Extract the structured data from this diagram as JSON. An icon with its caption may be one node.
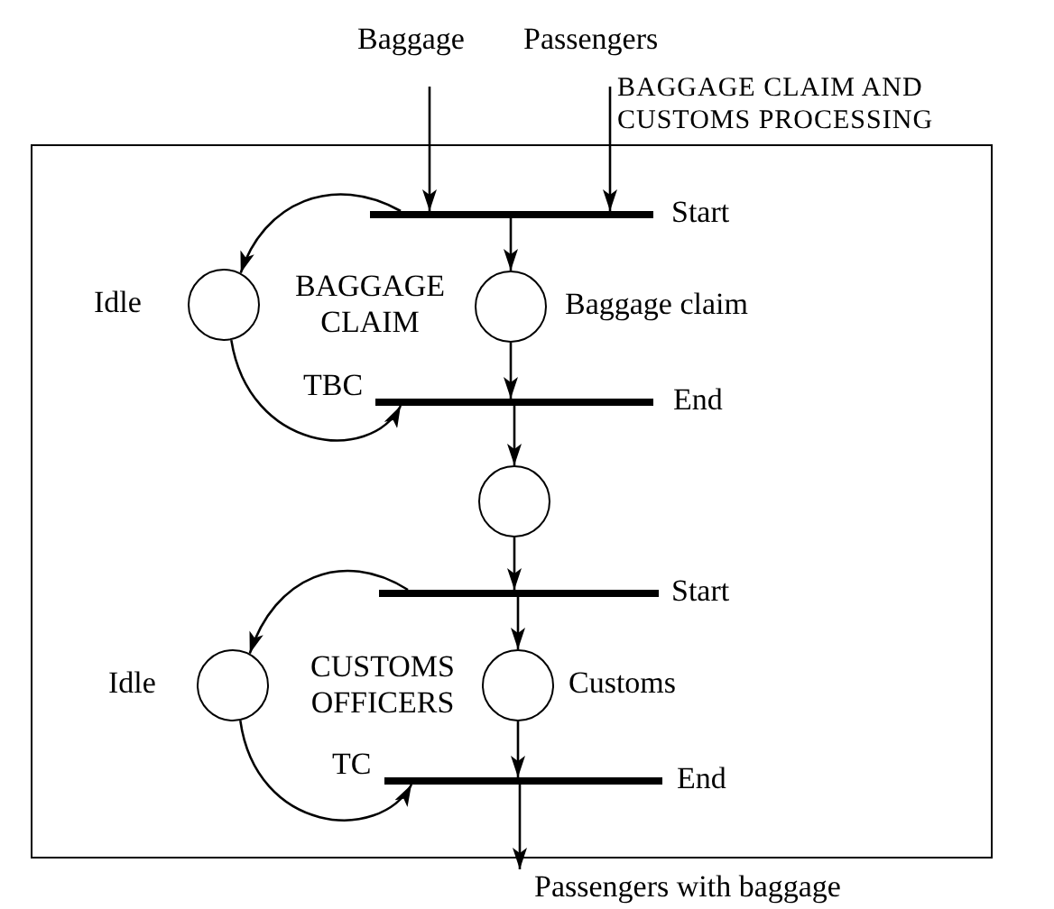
{
  "diagram": {
    "nodes": [
      {
        "text": [
          "BAGGAGE CLAIM AND CUSTOMS PROCESSING"
        ]
      },
      {
        "text": [
          "Baggage"
        ]
      },
      {
        "text": [
          "Passengers"
        ]
      },
      {
        "text": [],
        "shape": "bar",
        "beside": [
          "Start"
        ],
        "in": 0
      },
      {
        "text": [],
        "shape": "circle",
        "beside": [
          "Idle"
        ],
        "in": 0
      },
      {
        "text": [],
        "shape": "circle",
        "beside": [
          "Baggage claim"
        ],
        "in": 0
      },
      {
        "text": [],
        "shape": "bar",
        "beside": [
          "End"
        ],
        "in": 0
      },
      {
        "text": [],
        "shape": "circle",
        "in": 0
      },
      {
        "text": [],
        "shape": "bar",
        "beside": [
          "Start"
        ],
        "in": 0
      },
      {
        "text": [],
        "shape": "circle",
        "beside": [
          "Idle"
        ],
        "in": 0
      },
      {
        "text": [],
        "shape": "circle",
        "beside": [
          "Customs"
        ],
        "in": 0
      },
      {
        "text": [],
        "shape": "bar",
        "beside": [
          "End"
        ],
        "in": 0
      },
      {
        "text": [
          "Passengers with baggage"
        ]
      }
    ],
    "edges": [
      {
        "from": 1,
        "to": 3,
        "arrow": "to"
      },
      {
        "from": 2,
        "to": 3,
        "arrow": "to"
      },
      {
        "from": 3,
        "to": 4,
        "arrow": "to"
      },
      {
        "from": 3,
        "to": 5,
        "arrow": "to"
      },
      {
        "from": 4,
        "to": 6,
        "arrow": "to"
      },
      {
        "from": 5,
        "to": 6,
        "arrow": "to"
      },
      {
        "from": 6,
        "to": 7,
        "arrow": "to"
      },
      {
        "from": 7,
        "to": 8,
        "arrow": "to"
      },
      {
        "from": 8,
        "to": 9,
        "arrow": "to"
      },
      {
        "from": 8,
        "to": 10,
        "arrow": "to"
      },
      {
        "from": 9,
        "to": 11,
        "arrow": "to"
      },
      {
        "from": 10,
        "to": 11,
        "arrow": "to"
      },
      {
        "from": 11,
        "to": 12,
        "arrow": "to"
      }
    ],
    "labels": [
      "BAGGAGE CLAIM",
      "TBC",
      "CUSTOMS OFFICERS",
      "TC"
    ]
  }
}
